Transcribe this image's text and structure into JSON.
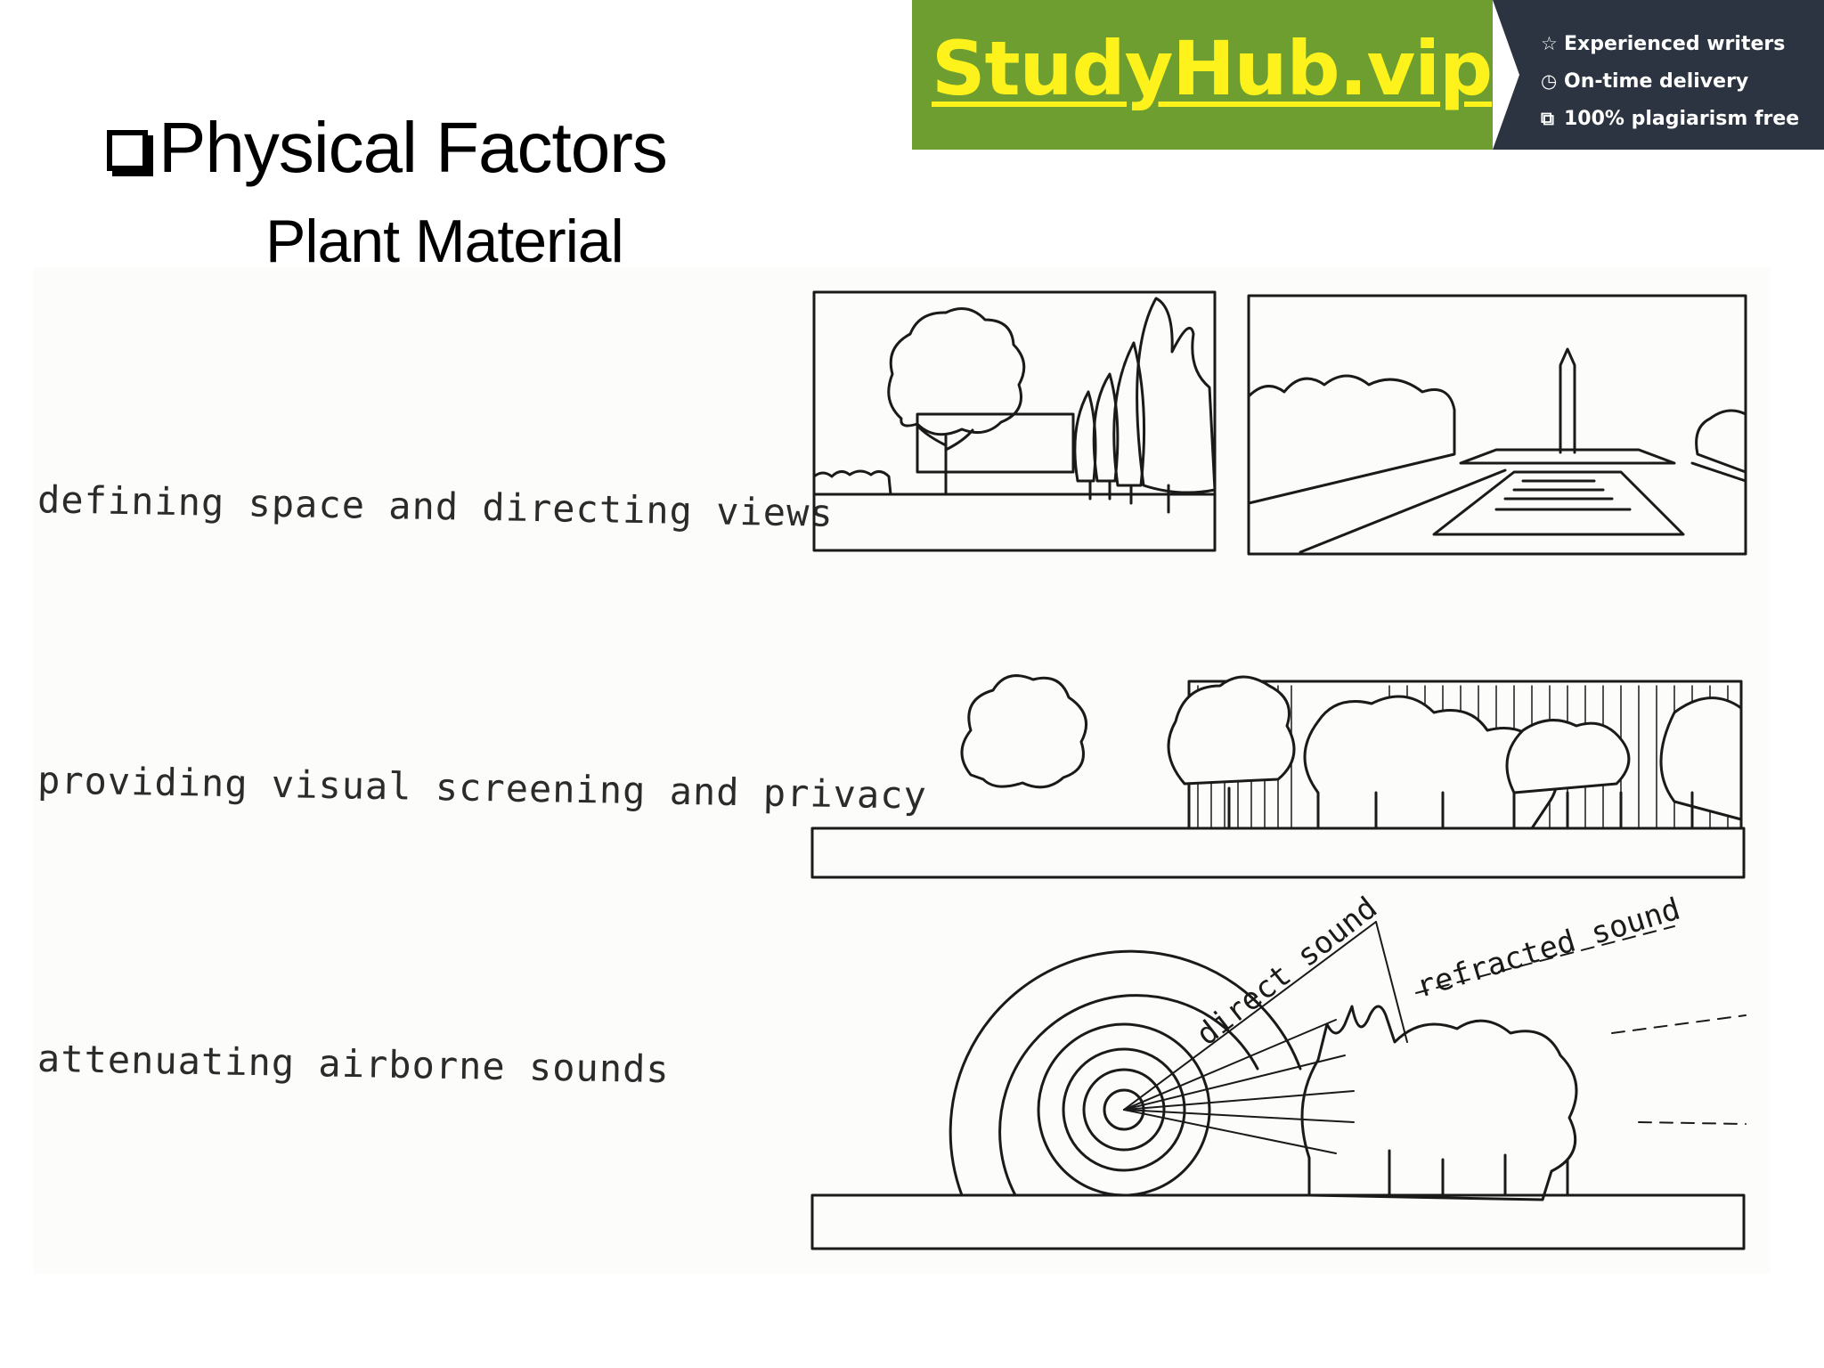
{
  "banner": {
    "brand": "StudyHub.vip",
    "features": [
      {
        "icon": "star-icon",
        "glyph": "☆",
        "text": "Experienced writers"
      },
      {
        "icon": "clock-icon",
        "glyph": "◷",
        "text": "On-time delivery"
      },
      {
        "icon": "document-copy-icon",
        "glyph": "⧉",
        "text": "100% plagiarism free"
      }
    ],
    "colors": {
      "green": "#6e9e2f",
      "yellow": "#fdf21b",
      "dark": "#2b3440"
    }
  },
  "slide": {
    "title": "Physical Factors",
    "subtitle": "Plant Material"
  },
  "sketch": {
    "caption_1": "defining space and directing views",
    "caption_2": "providing visual screening and privacy",
    "caption_3": "attenuating airborne sounds",
    "label_direct": "direct sound",
    "label_refracted": "refracted sound"
  }
}
